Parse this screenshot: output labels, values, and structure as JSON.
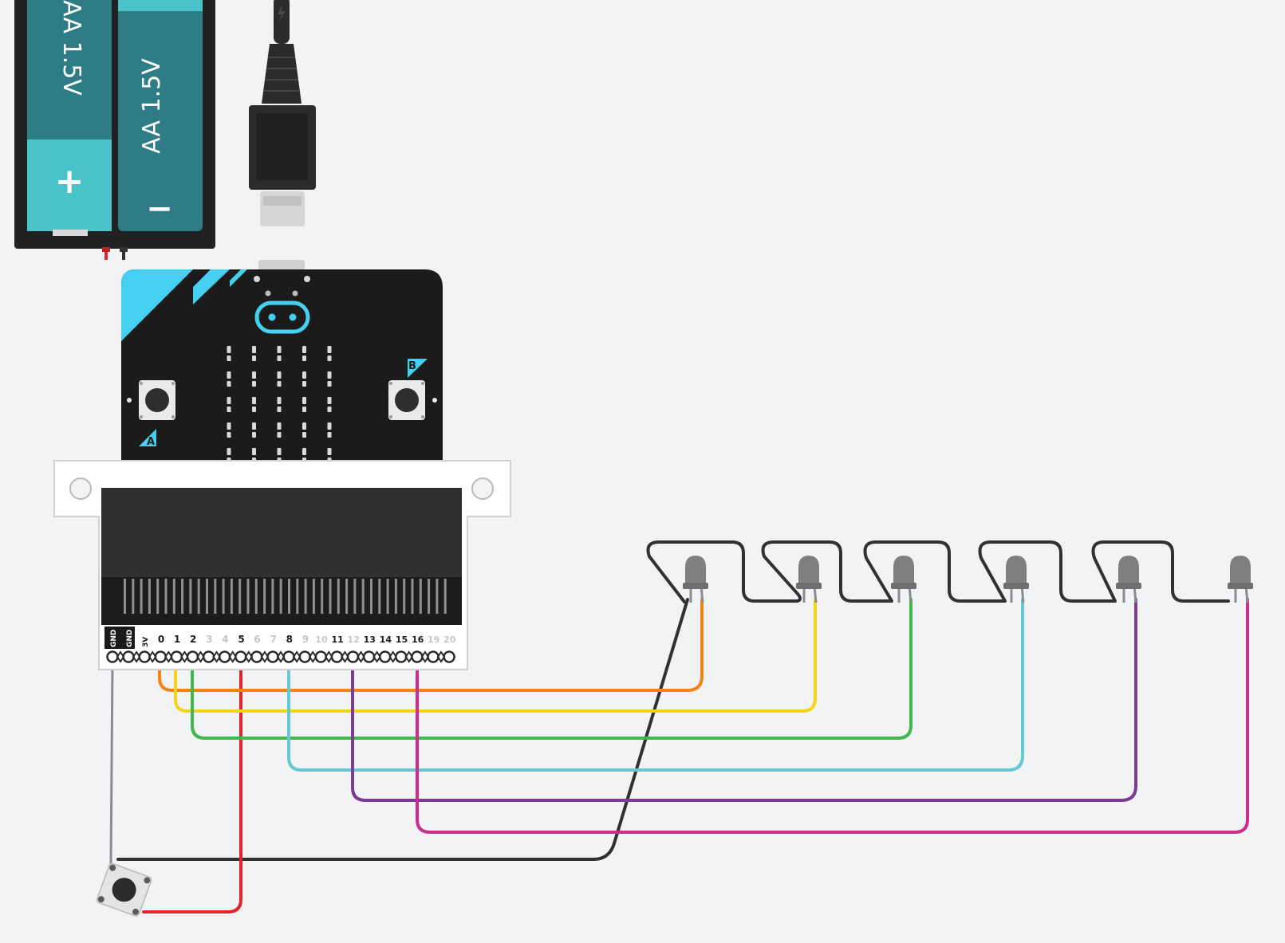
{
  "colors": {
    "background": "#f2f3f5",
    "board": "#1b1b1b",
    "accent": "#45d0f2",
    "battery_teal": "#2e7c85",
    "battery_light": "#49c3c8",
    "pad_gold": "#e7c77a",
    "wire_black": "#2f3133",
    "wire_red": "#e0262a",
    "wire_orange": "#f08416",
    "wire_yellow": "#f2d51b",
    "wire_green": "#3fb74a",
    "wire_cyan": "#66c8d5",
    "wire_purple": "#7b3c95",
    "wire_magenta": "#d02c8f"
  },
  "battery": {
    "cell_left_label": "AA 1.5V",
    "cell_right_label": "AA 1.5V",
    "plus_symbol": "+",
    "minus_symbol": "−"
  },
  "microbit": {
    "button_a_label": "A",
    "button_b_label": "B",
    "pins_left": [
      "GND",
      "GND",
      "3V"
    ],
    "pins": [
      {
        "label": "0",
        "active": true
      },
      {
        "label": "1",
        "active": true
      },
      {
        "label": "2",
        "active": true
      },
      {
        "label": "3",
        "active": false
      },
      {
        "label": "4",
        "active": false
      },
      {
        "label": "5",
        "active": true
      },
      {
        "label": "6",
        "active": false
      },
      {
        "label": "7",
        "active": false
      },
      {
        "label": "8",
        "active": true
      },
      {
        "label": "9",
        "active": false
      },
      {
        "label": "10",
        "active": false
      },
      {
        "label": "11",
        "active": true
      },
      {
        "label": "12",
        "active": false
      },
      {
        "label": "13",
        "active": true
      },
      {
        "label": "14",
        "active": true
      },
      {
        "label": "15",
        "active": true
      },
      {
        "label": "16",
        "active": true
      },
      {
        "label": "19",
        "active": false
      },
      {
        "label": "20",
        "active": false
      }
    ]
  },
  "leds": [
    {
      "id": "led-1",
      "color": "gray"
    },
    {
      "id": "led-2",
      "color": "gray"
    },
    {
      "id": "led-3",
      "color": "gray"
    },
    {
      "id": "led-4",
      "color": "gray"
    },
    {
      "id": "led-5",
      "color": "gray"
    },
    {
      "id": "led-6",
      "color": "gray"
    }
  ],
  "icons": {
    "usb_cable": "usb-cable-icon",
    "lightning": "lightning-icon",
    "pushbutton": "pushbutton-icon"
  }
}
